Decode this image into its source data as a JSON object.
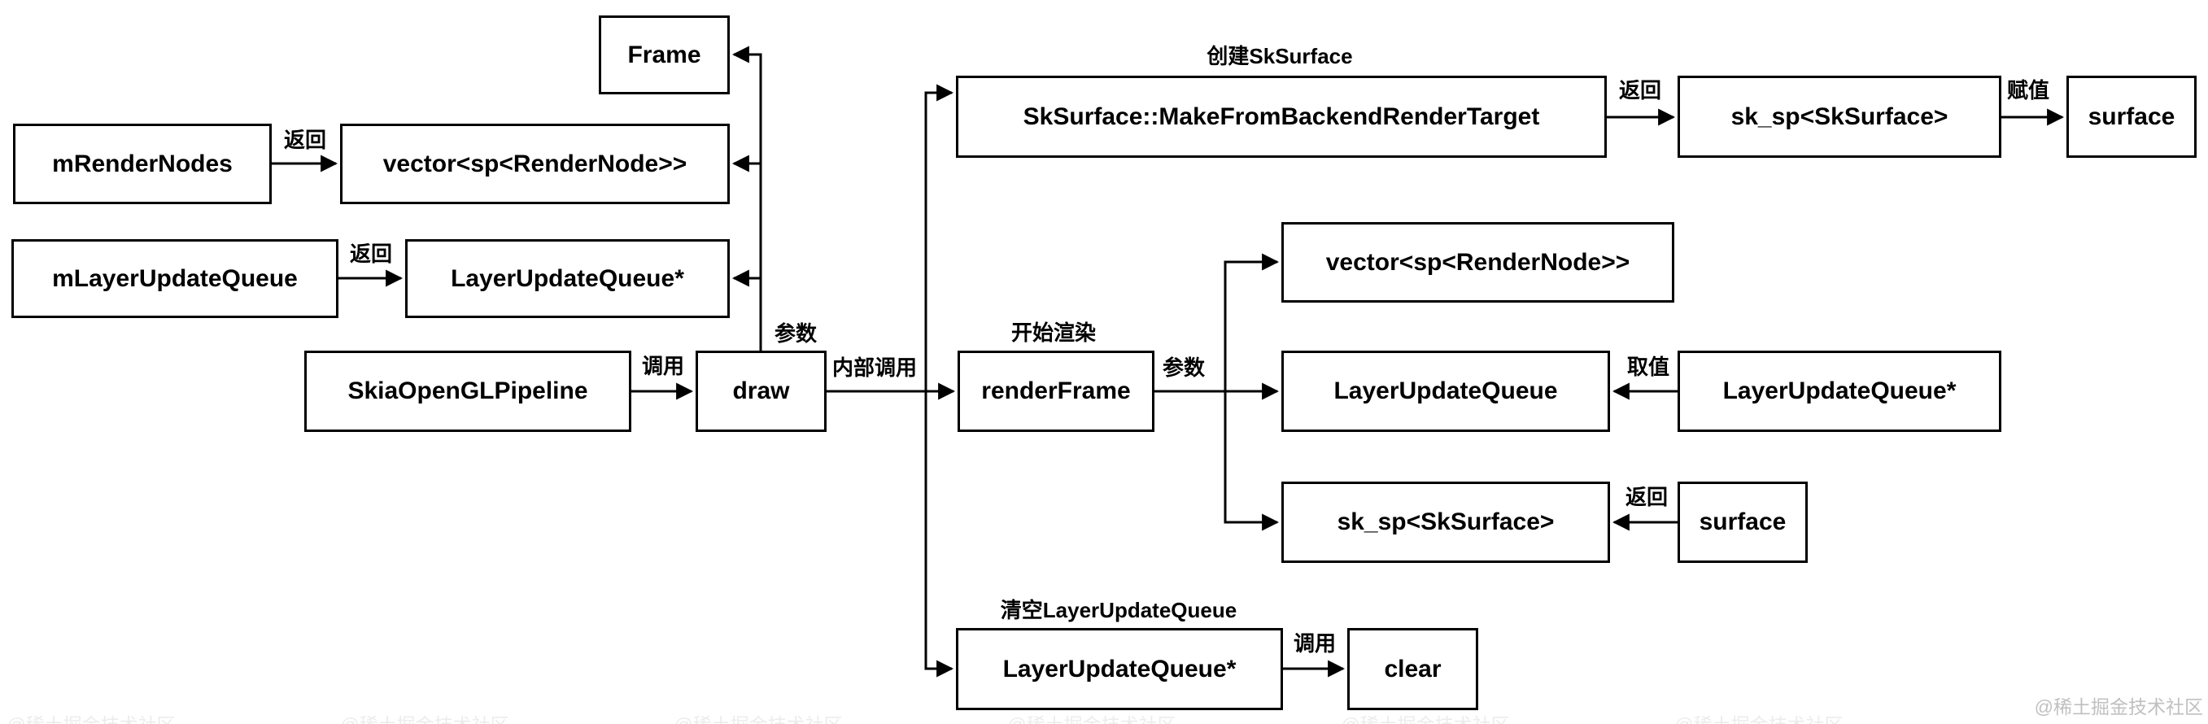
{
  "diagram": {
    "title_hint": "SkiaOpenGLPipeline draw flow diagram",
    "colors": {
      "line": "#000000",
      "box_border": "#000000",
      "box_fill": "#ffffff",
      "text": "#000000",
      "watermark": "#c0c0c0"
    },
    "nodes": {
      "frame": {
        "label": "Frame"
      },
      "m_render_nodes": {
        "label": "mRenderNodes"
      },
      "vector_render_node_top": {
        "label": "vector<sp<RenderNode>>"
      },
      "m_layer_update_queue": {
        "label": "mLayerUpdateQueue"
      },
      "layer_update_queue_ptr_top": {
        "label": "LayerUpdateQueue*"
      },
      "skia_opengl_pipeline": {
        "label": "SkiaOpenGLPipeline"
      },
      "draw": {
        "label": "draw"
      },
      "render_frame": {
        "label": "renderFrame",
        "caption": "开始渲染"
      },
      "make_from_backend_render_target": {
        "label": "SkSurface::MakeFromBackendRenderTarget",
        "caption": "创建SkSurface"
      },
      "sk_sp_sksurface_top": {
        "label": "sk_sp<SkSurface>"
      },
      "surface_top": {
        "label": "surface"
      },
      "vector_render_node_right": {
        "label": "vector<sp<RenderNode>>"
      },
      "layer_update_queue": {
        "label": "LayerUpdateQueue"
      },
      "layer_update_queue_ptr_right": {
        "label": "LayerUpdateQueue*"
      },
      "sk_sp_sksurface_bottom": {
        "label": "sk_sp<SkSurface>"
      },
      "surface_right": {
        "label": "surface"
      },
      "layer_update_queue_ptr_bottom": {
        "label": "LayerUpdateQueue*",
        "caption": "清空LayerUpdateQueue"
      },
      "clear": {
        "label": "clear"
      }
    },
    "edge_labels": {
      "return_render_nodes": "返回",
      "return_layer_queue": "返回",
      "call_draw": "调用",
      "draw_params": "参数",
      "internal_call": "内部调用",
      "render_frame_params": "参数",
      "return_sk_sp": "返回",
      "assign_surface": "赋值",
      "get_value": "取值",
      "return_surface": "返回",
      "call_clear": "调用"
    }
  },
  "watermark": {
    "text": "@稀土掘金技术社区"
  }
}
